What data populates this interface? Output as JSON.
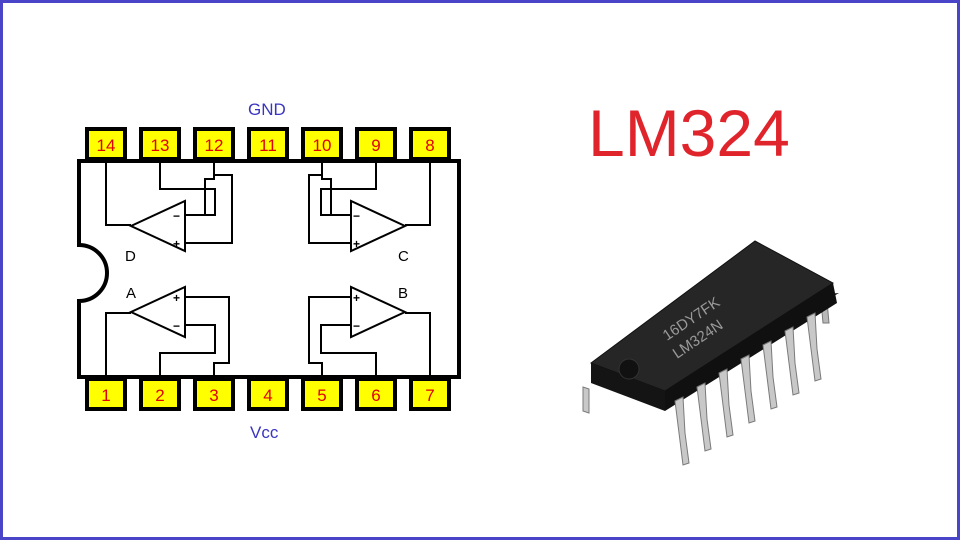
{
  "title": "LM324",
  "rails": {
    "top": "GND",
    "bottom": "Vcc"
  },
  "top_pins": [
    "14",
    "13",
    "12",
    "11",
    "10",
    "9",
    "8"
  ],
  "bottom_pins": [
    "1",
    "2",
    "3",
    "4",
    "5",
    "6",
    "7"
  ],
  "amplifiers": [
    "D",
    "C",
    "A",
    "B"
  ],
  "colors": {
    "border": "#4a45c8",
    "title": "#e0242c",
    "pin_fill": "#ffff00",
    "pin_text": "#e00000",
    "rail_text": "#3a35c0"
  },
  "chip_marking": [
    "16DY7FK",
    "LM324N"
  ]
}
